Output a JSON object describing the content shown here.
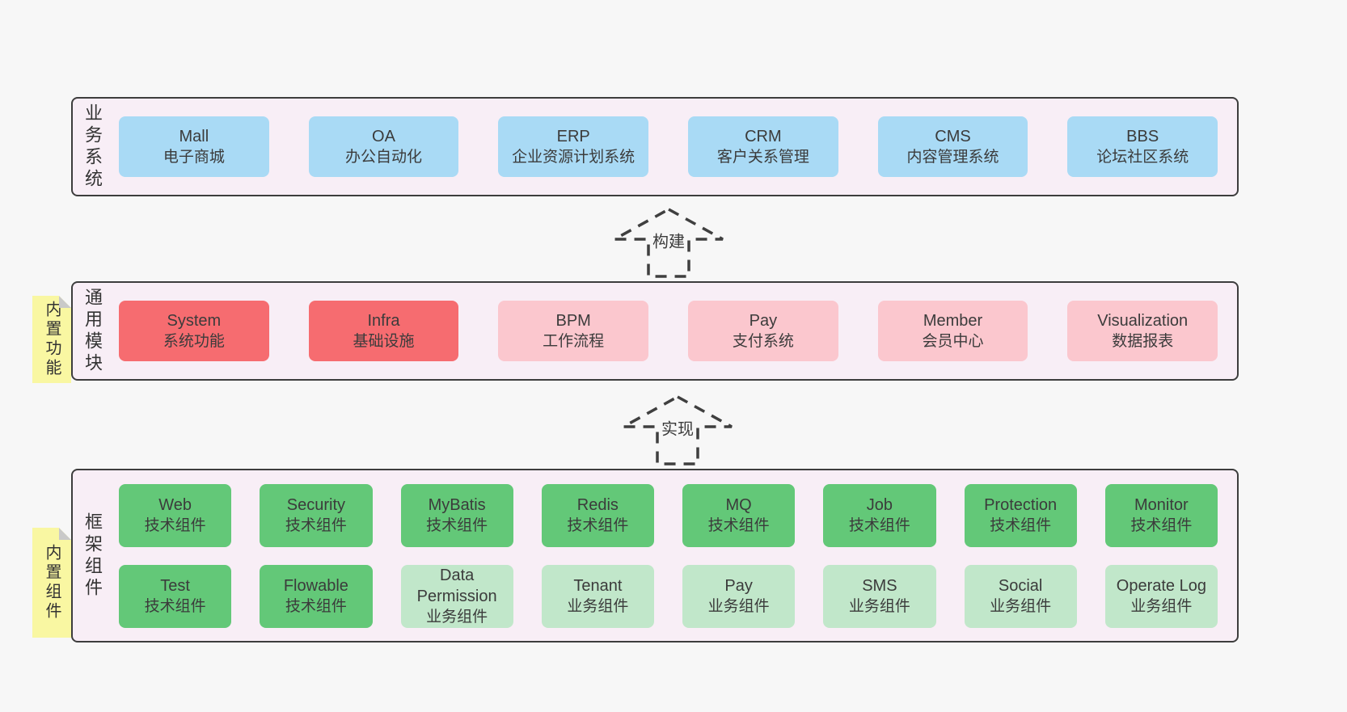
{
  "page": {
    "background": "#f7f7f7"
  },
  "colors": {
    "band_background": "#f8eef6",
    "band_border": "#3d3d3d",
    "blue_box": "#a9daf5",
    "red_box": "#f66c70",
    "pink_box": "#fbc7ce",
    "green_box": "#63c878",
    "light_green_box": "#c1e7ca",
    "sticky_yellow": "#f9f7a2",
    "text": "#3b3b3b"
  },
  "arrows": [
    {
      "label": "构建"
    },
    {
      "label": "实现"
    }
  ],
  "bands": [
    {
      "side_label": "业务系统",
      "rows": [
        [
          {
            "name": "Mall",
            "sub": "电子商城",
            "variant": "blue"
          },
          {
            "name": "OA",
            "sub": "办公自动化",
            "variant": "blue"
          },
          {
            "name": "ERP",
            "sub": "企业资源计划系统",
            "variant": "blue"
          },
          {
            "name": "CRM",
            "sub": "客户关系管理",
            "variant": "blue"
          },
          {
            "name": "CMS",
            "sub": "内容管理系统",
            "variant": "blue"
          },
          {
            "name": "BBS",
            "sub": "论坛社区系统",
            "variant": "blue"
          }
        ]
      ]
    },
    {
      "side_label": "通用模块",
      "sticky": "内置功能",
      "rows": [
        [
          {
            "name": "System",
            "sub": "系统功能",
            "variant": "red"
          },
          {
            "name": "Infra",
            "sub": "基础设施",
            "variant": "red"
          },
          {
            "name": "BPM",
            "sub": "工作流程",
            "variant": "pink"
          },
          {
            "name": "Pay",
            "sub": "支付系统",
            "variant": "pink"
          },
          {
            "name": "Member",
            "sub": "会员中心",
            "variant": "pink"
          },
          {
            "name": "Visualization",
            "sub": "数据报表",
            "variant": "pink"
          }
        ]
      ]
    },
    {
      "side_label": "框架组件",
      "sticky": "内置组件",
      "rows": [
        [
          {
            "name": "Web",
            "sub": "技术组件",
            "variant": "green"
          },
          {
            "name": "Security",
            "sub": "技术组件",
            "variant": "green"
          },
          {
            "name": "MyBatis",
            "sub": "技术组件",
            "variant": "green"
          },
          {
            "name": "Redis",
            "sub": "技术组件",
            "variant": "green"
          },
          {
            "name": "MQ",
            "sub": "技术组件",
            "variant": "green"
          },
          {
            "name": "Job",
            "sub": "技术组件",
            "variant": "green"
          },
          {
            "name": "Protection",
            "sub": "技术组件",
            "variant": "green"
          },
          {
            "name": "Monitor",
            "sub": "技术组件",
            "variant": "green"
          }
        ],
        [
          {
            "name": "Test",
            "sub": "技术组件",
            "variant": "green"
          },
          {
            "name": "Flowable",
            "sub": "技术组件",
            "variant": "green"
          },
          {
            "name": "Data Permission",
            "sub": "业务组件",
            "variant": "lightgreen"
          },
          {
            "name": "Tenant",
            "sub": "业务组件",
            "variant": "lightgreen"
          },
          {
            "name": "Pay",
            "sub": "业务组件",
            "variant": "lightgreen"
          },
          {
            "name": "SMS",
            "sub": "业务组件",
            "variant": "lightgreen"
          },
          {
            "name": "Social",
            "sub": "业务组件",
            "variant": "lightgreen"
          },
          {
            "name": "Operate Log",
            "sub": "业务组件",
            "variant": "lightgreen"
          }
        ]
      ]
    }
  ]
}
